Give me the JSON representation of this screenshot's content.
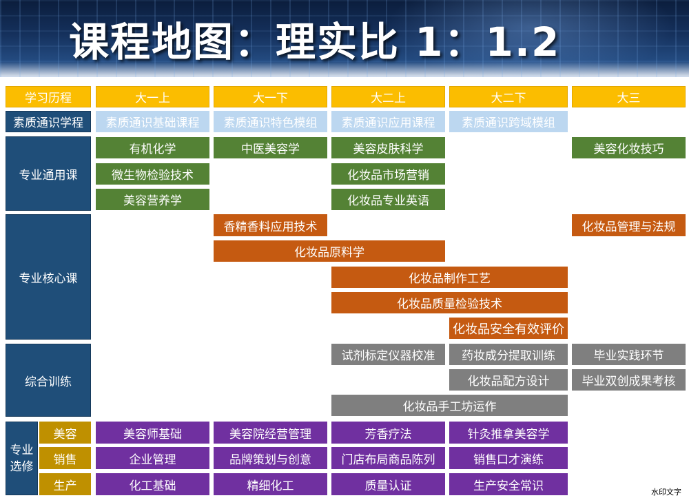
{
  "title": "课程地图：理实比 1：1.2",
  "header": [
    "学习历程",
    "大一上",
    "大一下",
    "大二上",
    "大二下",
    "大三"
  ],
  "categories": {
    "general_ed": "素质通识学程",
    "pro_general": "专业通用课",
    "pro_core": "专业核心课",
    "training": "综合训练",
    "elective": "专业\n选修",
    "elective_beauty": "美容",
    "elective_sales": "销售",
    "elective_production": "生产"
  },
  "general_ed": [
    "素质通识基础课程",
    "素质通识特色模组",
    "素质通识应用课程",
    "素质通识跨域模组"
  ],
  "pro_general": {
    "organic_chem": "有机化学",
    "micro": "微生物检验技术",
    "nutrition": "美容营养学",
    "tcm_beauty": "中医美容学",
    "cosm_derm": "美容皮肤科学",
    "marketing": "化妆品市场营销",
    "english": "化妆品专业英语",
    "makeup": "美容化妆技巧"
  },
  "pro_core": {
    "fragrance": "香精香料应用技术",
    "regulation": "化妆品管理与法规",
    "raw": "化妆品原料学",
    "process": "化妆品制作工艺",
    "quality": "化妆品质量检验技术",
    "safety": "化妆品安全有效评价"
  },
  "training": {
    "calibration": "试剂标定仪器校准",
    "extraction": "药妆成分提取训练",
    "practice": "毕业实践环节",
    "formula": "化妆品配方设计",
    "innovation": "毕业双创成果考核",
    "workshop": "化妆品手工坊运作"
  },
  "electives": {
    "beauty": [
      "美容师基础",
      "美容院经营管理",
      "芳香疗法",
      "针灸推拿美容学"
    ],
    "sales": [
      "企业管理",
      "品牌策划与创意",
      "门店布局商品陈列",
      "销售口才演练"
    ],
    "production": [
      "化工基础",
      "精细化工",
      "质量认证",
      "生产安全常识"
    ]
  },
  "watermark": "水印文字",
  "colors": {
    "header": "#fbbd00",
    "category": "#1f4e79",
    "general_ed": "#bcd7f0",
    "pro_general": "#548235",
    "pro_core": "#c55a11",
    "training": "#7f7f7f",
    "elective": "#7030a0",
    "elective_sub": "#bf9000"
  }
}
